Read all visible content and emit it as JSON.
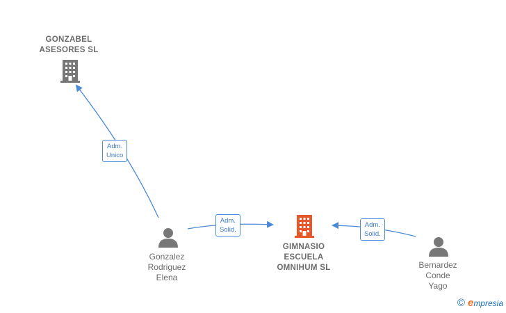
{
  "nodes": {
    "gonzabel": {
      "name": "GONZABEL\nASESORES SL",
      "type": "company",
      "color": "#777777"
    },
    "gimnasio": {
      "name": "GIMNASIO\nESCUELA\nOMNIHUM  SL",
      "type": "company",
      "color": "#e8572a"
    },
    "gonzalez": {
      "name": "Gonzalez\nRodriguez\nElena",
      "type": "person",
      "color": "#777777"
    },
    "bernardez": {
      "name": "Bernardez\nConde\nYago",
      "type": "person",
      "color": "#777777"
    }
  },
  "edges": [
    {
      "from": "gonzalez",
      "to": "gonzabel",
      "label": "Adm.\nUnico"
    },
    {
      "from": "gonzalez",
      "to": "gimnasio",
      "label": "Adm.\nSolid."
    },
    {
      "from": "bernardez",
      "to": "gimnasio",
      "label": "Adm.\nSolid."
    }
  ],
  "edge_color": "#4a8ad6",
  "brand": {
    "copyright": "©",
    "initial": "e",
    "name": "mpresia"
  }
}
